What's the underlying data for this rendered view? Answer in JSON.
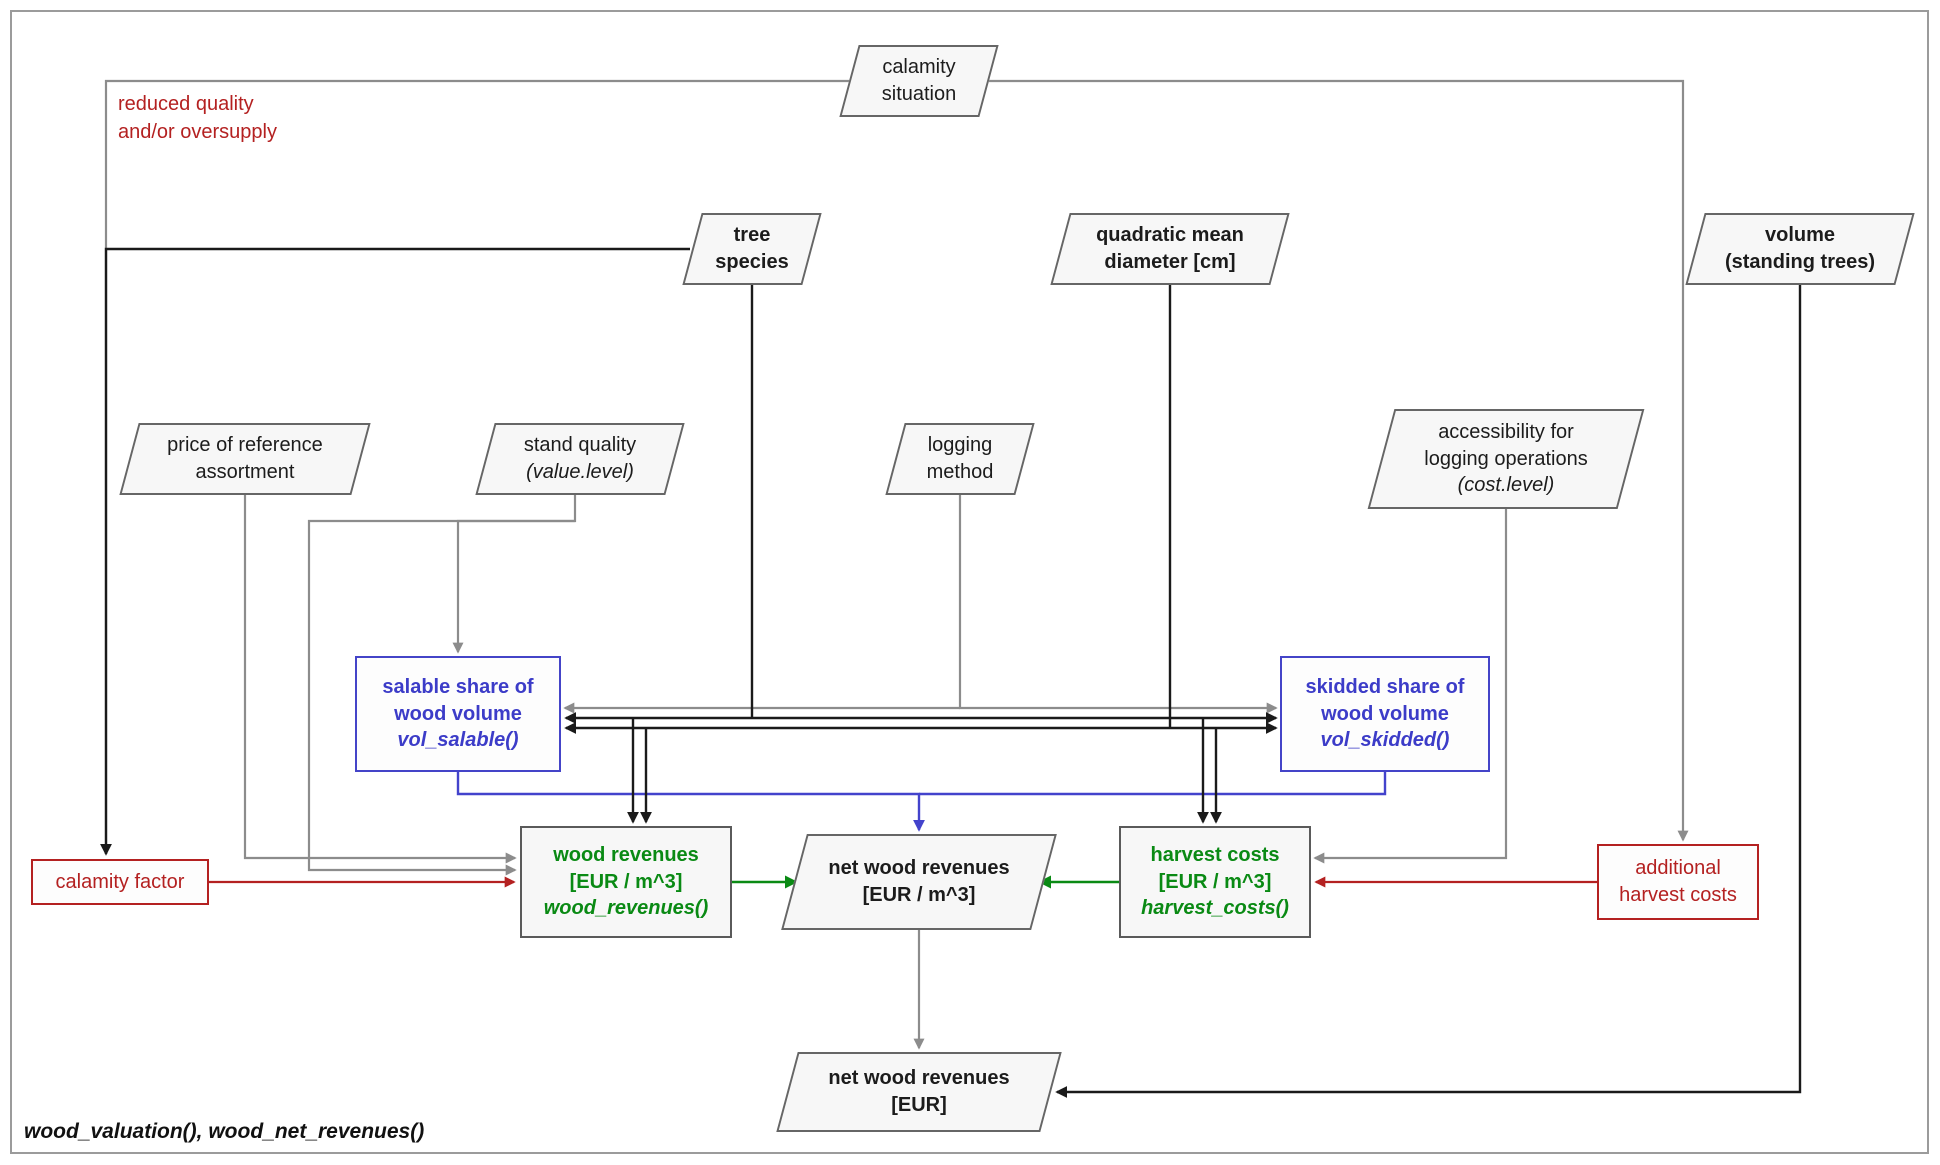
{
  "caption": "wood_valuation(), wood_net_revenues()",
  "annotations": {
    "reduced_quality_line1": "reduced quality",
    "reduced_quality_line2": "and/or oversupply"
  },
  "palette": {
    "line_gray": "#8c8c8c",
    "line_black": "#1a1a1a",
    "accent_red": "#b42121",
    "accent_green": "#0a8a14",
    "accent_blue": "#4343cc",
    "box_fill": "#f7f7f7",
    "box_border": "#666666"
  },
  "nodes": {
    "calamity_situation": {
      "lines": [
        "calamity",
        "situation"
      ]
    },
    "tree_species": {
      "lines": [
        "tree",
        "species"
      ]
    },
    "quadratic_mean_diameter": {
      "lines": [
        "quadratic mean",
        "diameter [cm]"
      ]
    },
    "volume_standing_trees": {
      "lines": [
        "volume",
        "(standing trees)"
      ]
    },
    "price_reference_assortment": {
      "lines": [
        "price of reference",
        "assortment"
      ]
    },
    "stand_quality": {
      "lines": [
        "stand quality",
        "(value.level)"
      ]
    },
    "logging_method": {
      "lines": [
        "logging",
        "method"
      ]
    },
    "accessibility": {
      "lines": [
        "accessibility for",
        "logging operations",
        "(cost.level)"
      ]
    },
    "salable_share": {
      "lines": [
        "salable share of",
        "wood volume",
        "vol_salable()"
      ]
    },
    "skidded_share": {
      "lines": [
        "skidded share of",
        "wood volume",
        "vol_skidded()"
      ]
    },
    "wood_revenues": {
      "lines": [
        "wood revenues",
        "[EUR / m^3]",
        "wood_revenues()"
      ]
    },
    "net_wood_revenues_m3": {
      "lines": [
        "net wood revenues",
        "[EUR / m^3]"
      ]
    },
    "harvest_costs": {
      "lines": [
        "harvest costs",
        "[EUR / m^3]",
        "harvest_costs()"
      ]
    },
    "calamity_factor": {
      "lines": [
        "calamity factor"
      ]
    },
    "additional_harvest_costs": {
      "lines": [
        "additional",
        "harvest costs"
      ]
    },
    "net_wood_revenues_eur": {
      "lines": [
        "net wood revenues",
        "[EUR]"
      ]
    }
  }
}
